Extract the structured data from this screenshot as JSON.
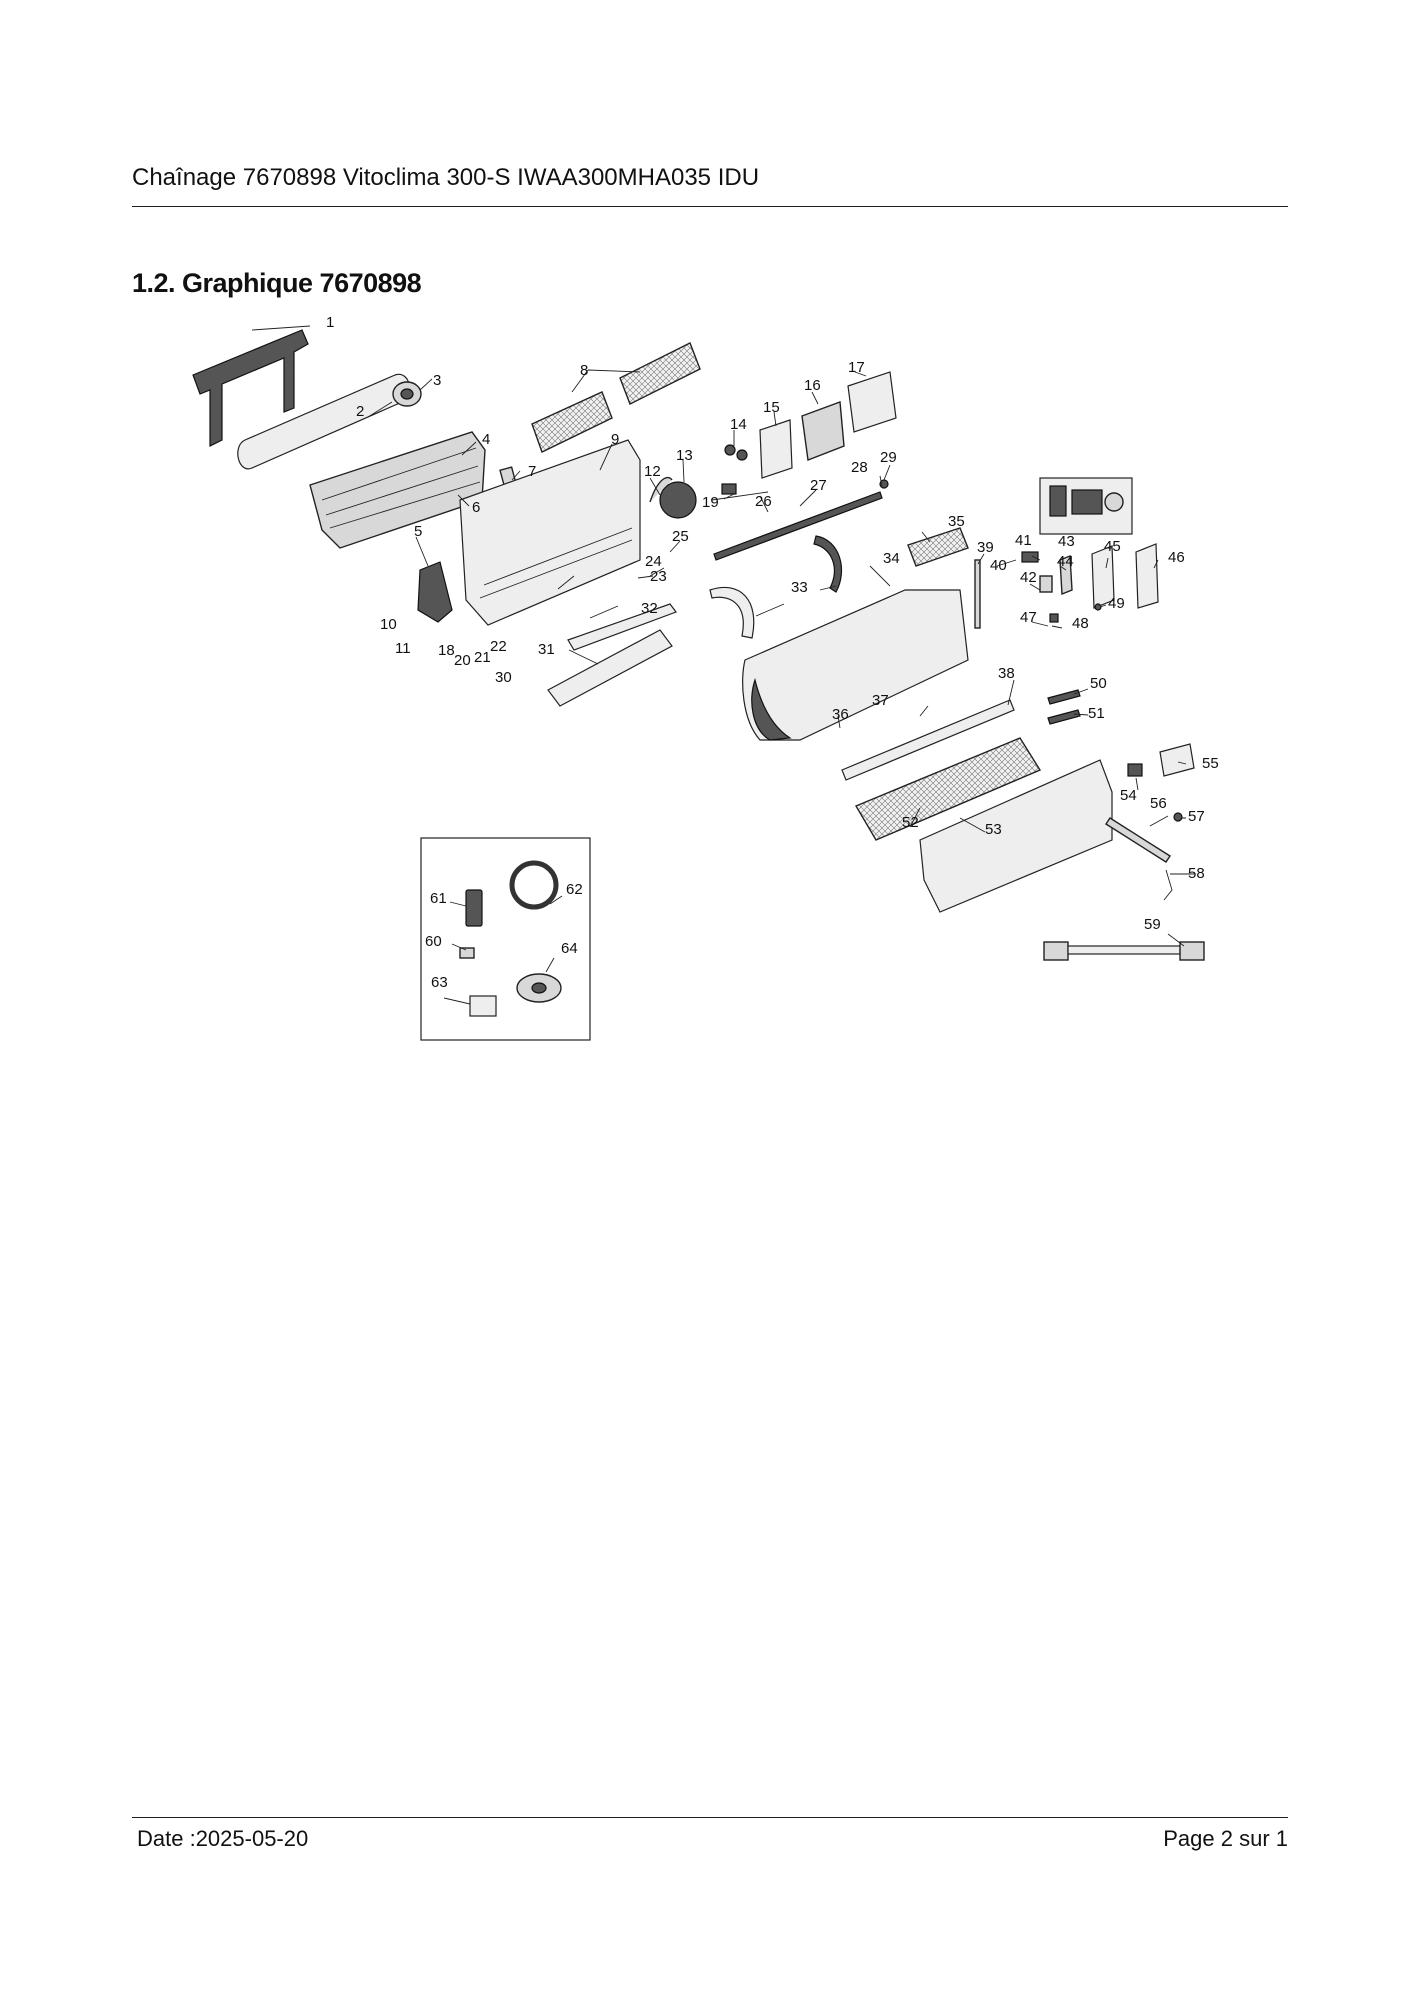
{
  "header": {
    "title": "Chaînage 7670898 Vitoclima 300-S  IWAA300MHA035 IDU"
  },
  "section": {
    "title": "1.2. Graphique 7670898"
  },
  "diagram": {
    "callouts": [
      "1",
      "2",
      "3",
      "4",
      "5",
      "6",
      "7",
      "8",
      "9",
      "10",
      "11",
      "12",
      "13",
      "14",
      "15",
      "16",
      "17",
      "18",
      "19",
      "20",
      "21",
      "22",
      "23",
      "24",
      "25",
      "26",
      "27",
      "28",
      "29",
      "30",
      "31",
      "32",
      "33",
      "34",
      "35",
      "36",
      "37",
      "38",
      "39",
      "40",
      "41",
      "42",
      "43",
      "44",
      "45",
      "46",
      "47",
      "48",
      "49",
      "50",
      "51",
      "52",
      "53",
      "54",
      "55",
      "56",
      "57",
      "58",
      "59",
      "60",
      "61",
      "62",
      "63",
      "64"
    ]
  },
  "footer": {
    "date": "Date :2025-05-20",
    "page": "Page 2 sur   1"
  }
}
